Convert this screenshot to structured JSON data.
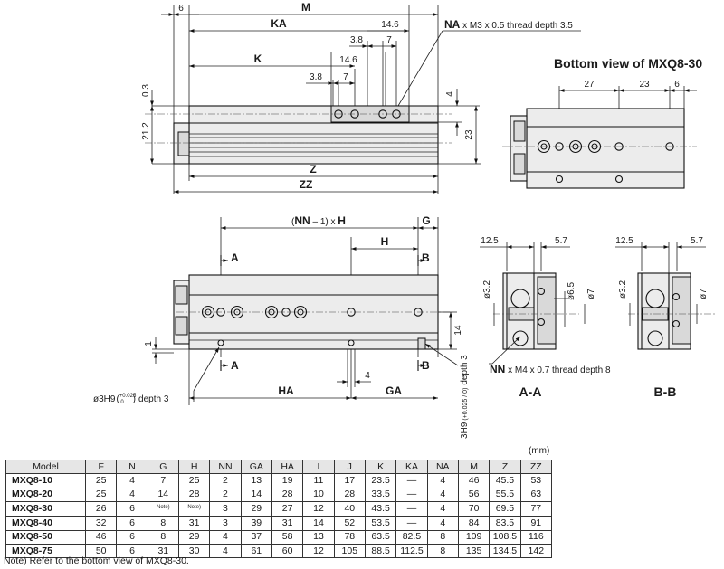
{
  "top_view": {
    "dims": {
      "six": "6",
      "m": "M",
      "ka": "KA",
      "k": "K",
      "d14_6a": "14.6",
      "d3_8a": "3.8",
      "d7a": "7",
      "d14_6b": "14.6",
      "d3_8b": "3.8",
      "d7b": "7",
      "d0_3": "0.3",
      "d21_2": "21.2",
      "d4": "4",
      "d23": "23",
      "z": "Z",
      "zz": "ZZ"
    },
    "na_label": "NA",
    "na_thread": " x M3 x 0.5 thread depth 3.5"
  },
  "bottom_view": {
    "title": "Bottom view of MXQ8-30",
    "dims": {
      "d27": "27",
      "d23": "23",
      "d6": "6"
    }
  },
  "side_view": {
    "nn_open": "(",
    "nn": "NN",
    "nn_rest": " – 1) x ",
    "nn_h": "H",
    "g": "G",
    "h": "H",
    "a_top": "A",
    "b_top": "B",
    "a_bot": "A",
    "b_bot": "B",
    "one": "1",
    "four": "4",
    "fourteen": "14",
    "ha": "HA",
    "ga": "GA",
    "pin_hole": "ø3H9",
    "pin_tol_upper": "+0.025",
    "pin_tol_lower": "0",
    "pin_depth": "depth 3",
    "slot": "3H9",
    "slot_tol": "(+0.025 / 0)",
    "slot_depth": "depth 3"
  },
  "section_aa": {
    "d12_5": "12.5",
    "d5_7": "5.7",
    "d3_2": "ø3.2",
    "d6_5": "ø6.5",
    "d7": "ø7",
    "nn_label": "NN",
    "nn_thread": " x M4 x 0.7 thread depth 8",
    "title": "A-A"
  },
  "section_bb": {
    "d12_5": "12.5",
    "d5_7": "5.7",
    "d3_2": "ø3.2",
    "d7": "ø7",
    "title": "B-B"
  },
  "table": {
    "unit": "(mm)",
    "headers": [
      "Model",
      "F",
      "N",
      "G",
      "H",
      "NN",
      "GA",
      "HA",
      "I",
      "J",
      "K",
      "KA",
      "NA",
      "M",
      "Z",
      "ZZ"
    ],
    "note_mark": "Note)",
    "rows": [
      {
        "model": "MXQ8-10",
        "f": "25",
        "n": "4",
        "g": "7",
        "h": "25",
        "nn": "2",
        "ga": "13",
        "ha": "19",
        "i": "11",
        "j": "17",
        "k": "23.5",
        "ka": "—",
        "na": "4",
        "m": "46",
        "z": "45.5",
        "zz": "53"
      },
      {
        "model": "MXQ8-20",
        "f": "25",
        "n": "4",
        "g": "14",
        "h": "28",
        "nn": "2",
        "ga": "14",
        "ha": "28",
        "i": "10",
        "j": "28",
        "k": "33.5",
        "ka": "—",
        "na": "4",
        "m": "56",
        "z": "55.5",
        "zz": "63"
      },
      {
        "model": "MXQ8-30",
        "f": "26",
        "n": "6",
        "g": "",
        "h": "",
        "nn": "3",
        "ga": "29",
        "ha": "27",
        "i": "12",
        "j": "40",
        "k": "43.5",
        "ka": "—",
        "na": "4",
        "m": "70",
        "z": "69.5",
        "zz": "77"
      },
      {
        "model": "MXQ8-40",
        "f": "32",
        "n": "6",
        "g": "8",
        "h": "31",
        "nn": "3",
        "ga": "39",
        "ha": "31",
        "i": "14",
        "j": "52",
        "k": "53.5",
        "ka": "—",
        "na": "4",
        "m": "84",
        "z": "83.5",
        "zz": "91"
      },
      {
        "model": "MXQ8-50",
        "f": "46",
        "n": "6",
        "g": "8",
        "h": "29",
        "nn": "4",
        "ga": "37",
        "ha": "58",
        "i": "13",
        "j": "78",
        "k": "63.5",
        "ka": "82.5",
        "na": "8",
        "m": "109",
        "z": "108.5",
        "zz": "116"
      },
      {
        "model": "MXQ8-75",
        "f": "50",
        "n": "6",
        "g": "31",
        "h": "30",
        "nn": "4",
        "ga": "61",
        "ha": "60",
        "i": "12",
        "j": "105",
        "k": "88.5",
        "ka": "112.5",
        "na": "8",
        "m": "135",
        "z": "134.5",
        "zz": "142"
      }
    ],
    "footnote": "Note) Refer to the bottom view of MXQ8-30."
  }
}
